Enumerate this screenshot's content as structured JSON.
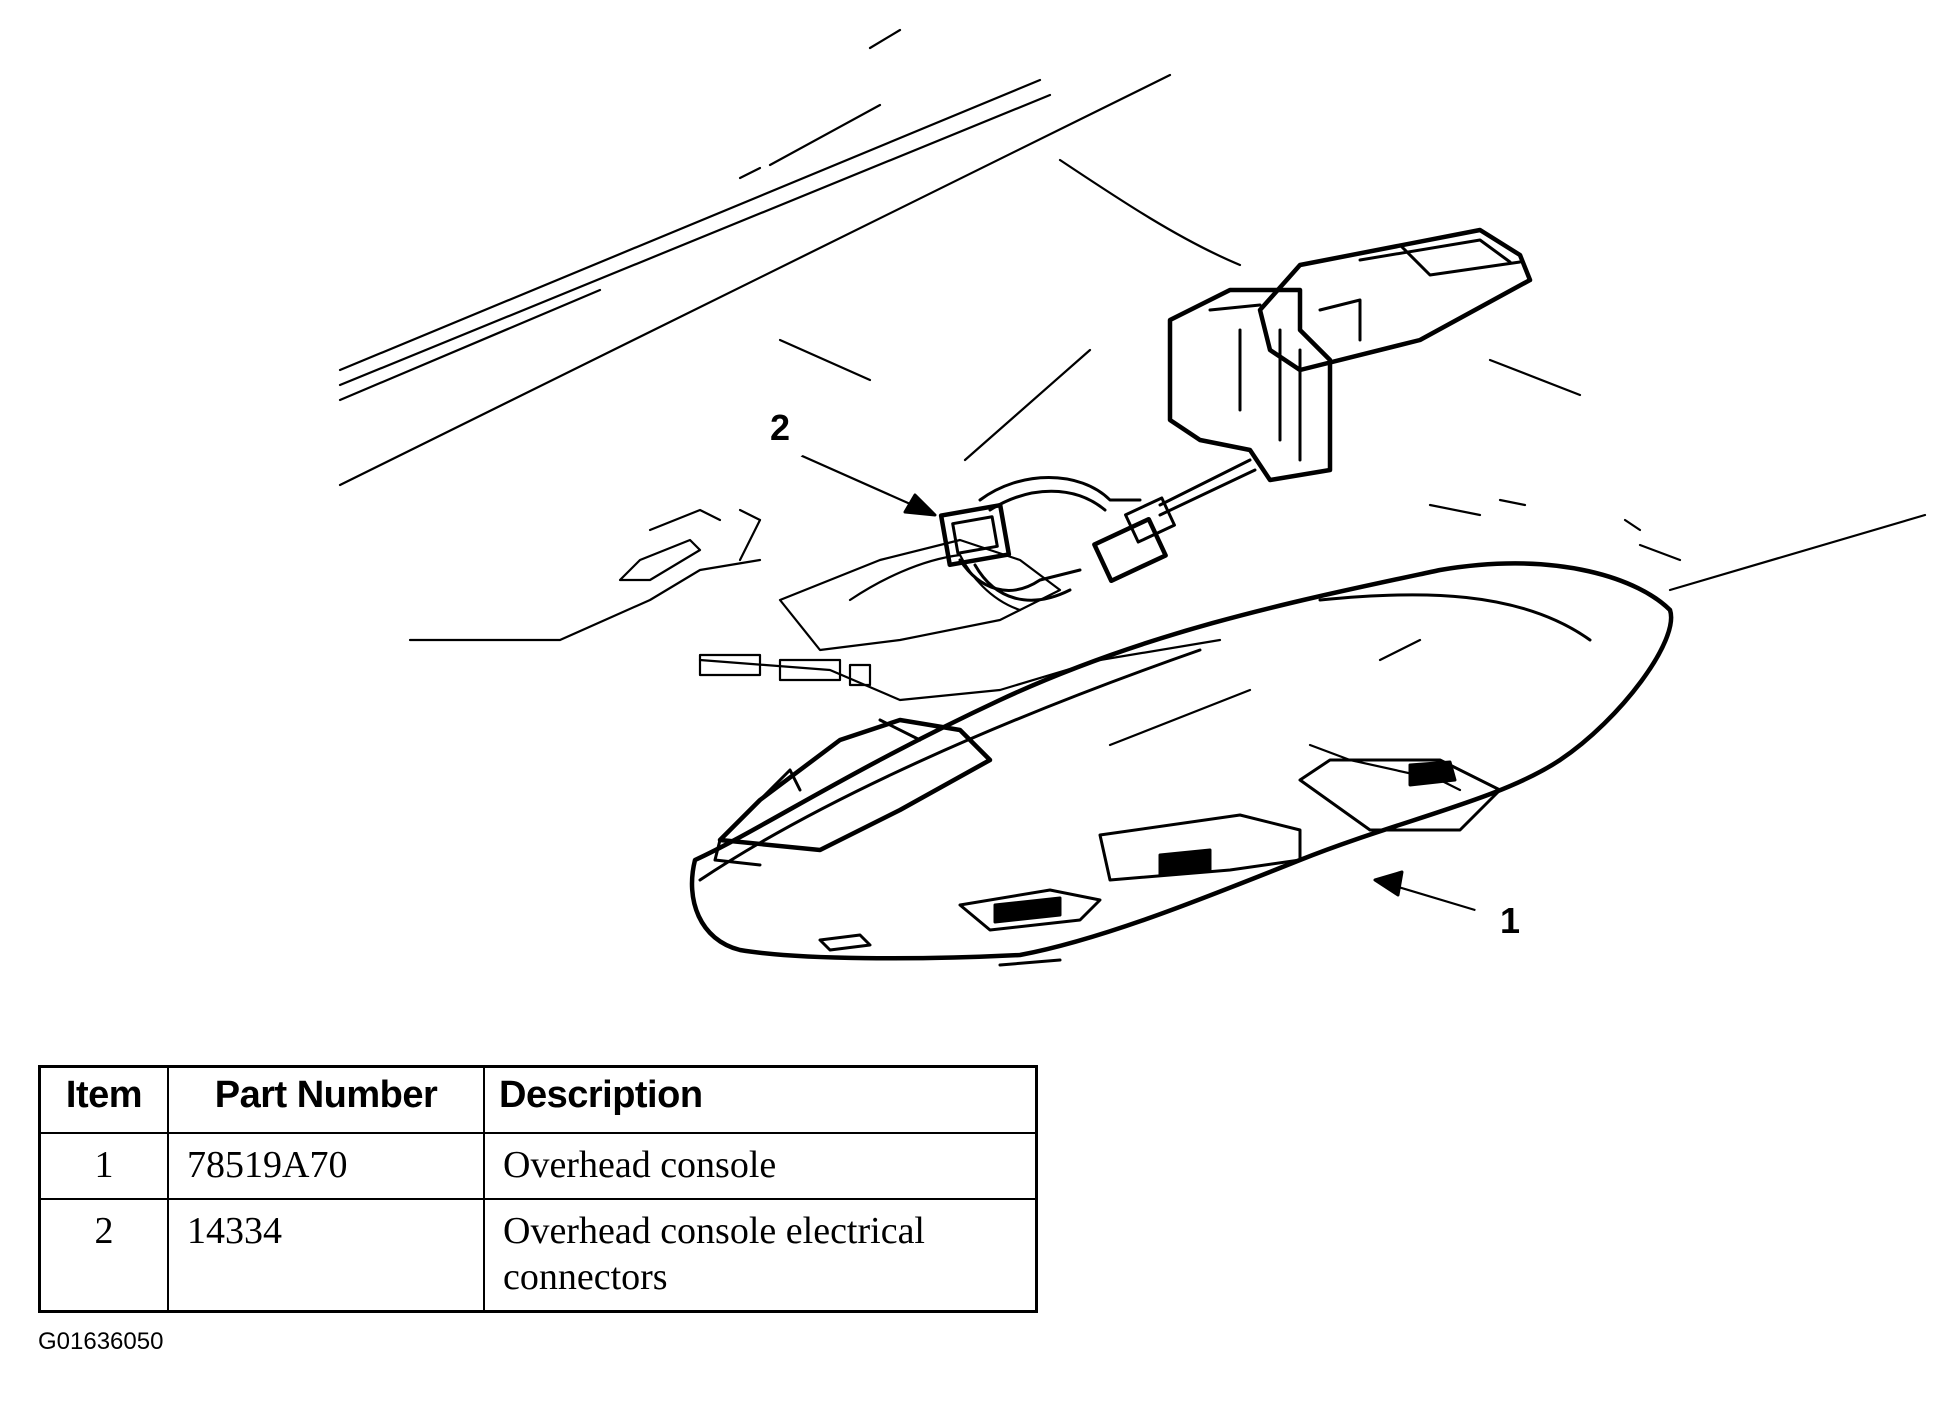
{
  "callouts": [
    {
      "number": "2",
      "target": "overhead console electrical connectors"
    },
    {
      "number": "1",
      "target": "overhead console"
    }
  ],
  "table": {
    "headers": {
      "item": "Item",
      "part_number": "Part Number",
      "description": "Description"
    },
    "rows": [
      {
        "item": "1",
        "part_number": "78519A70",
        "description": "Overhead console"
      },
      {
        "item": "2",
        "part_number": "14334",
        "description": "Overhead console electrical connectors"
      }
    ]
  },
  "figure_code": "G01636050"
}
